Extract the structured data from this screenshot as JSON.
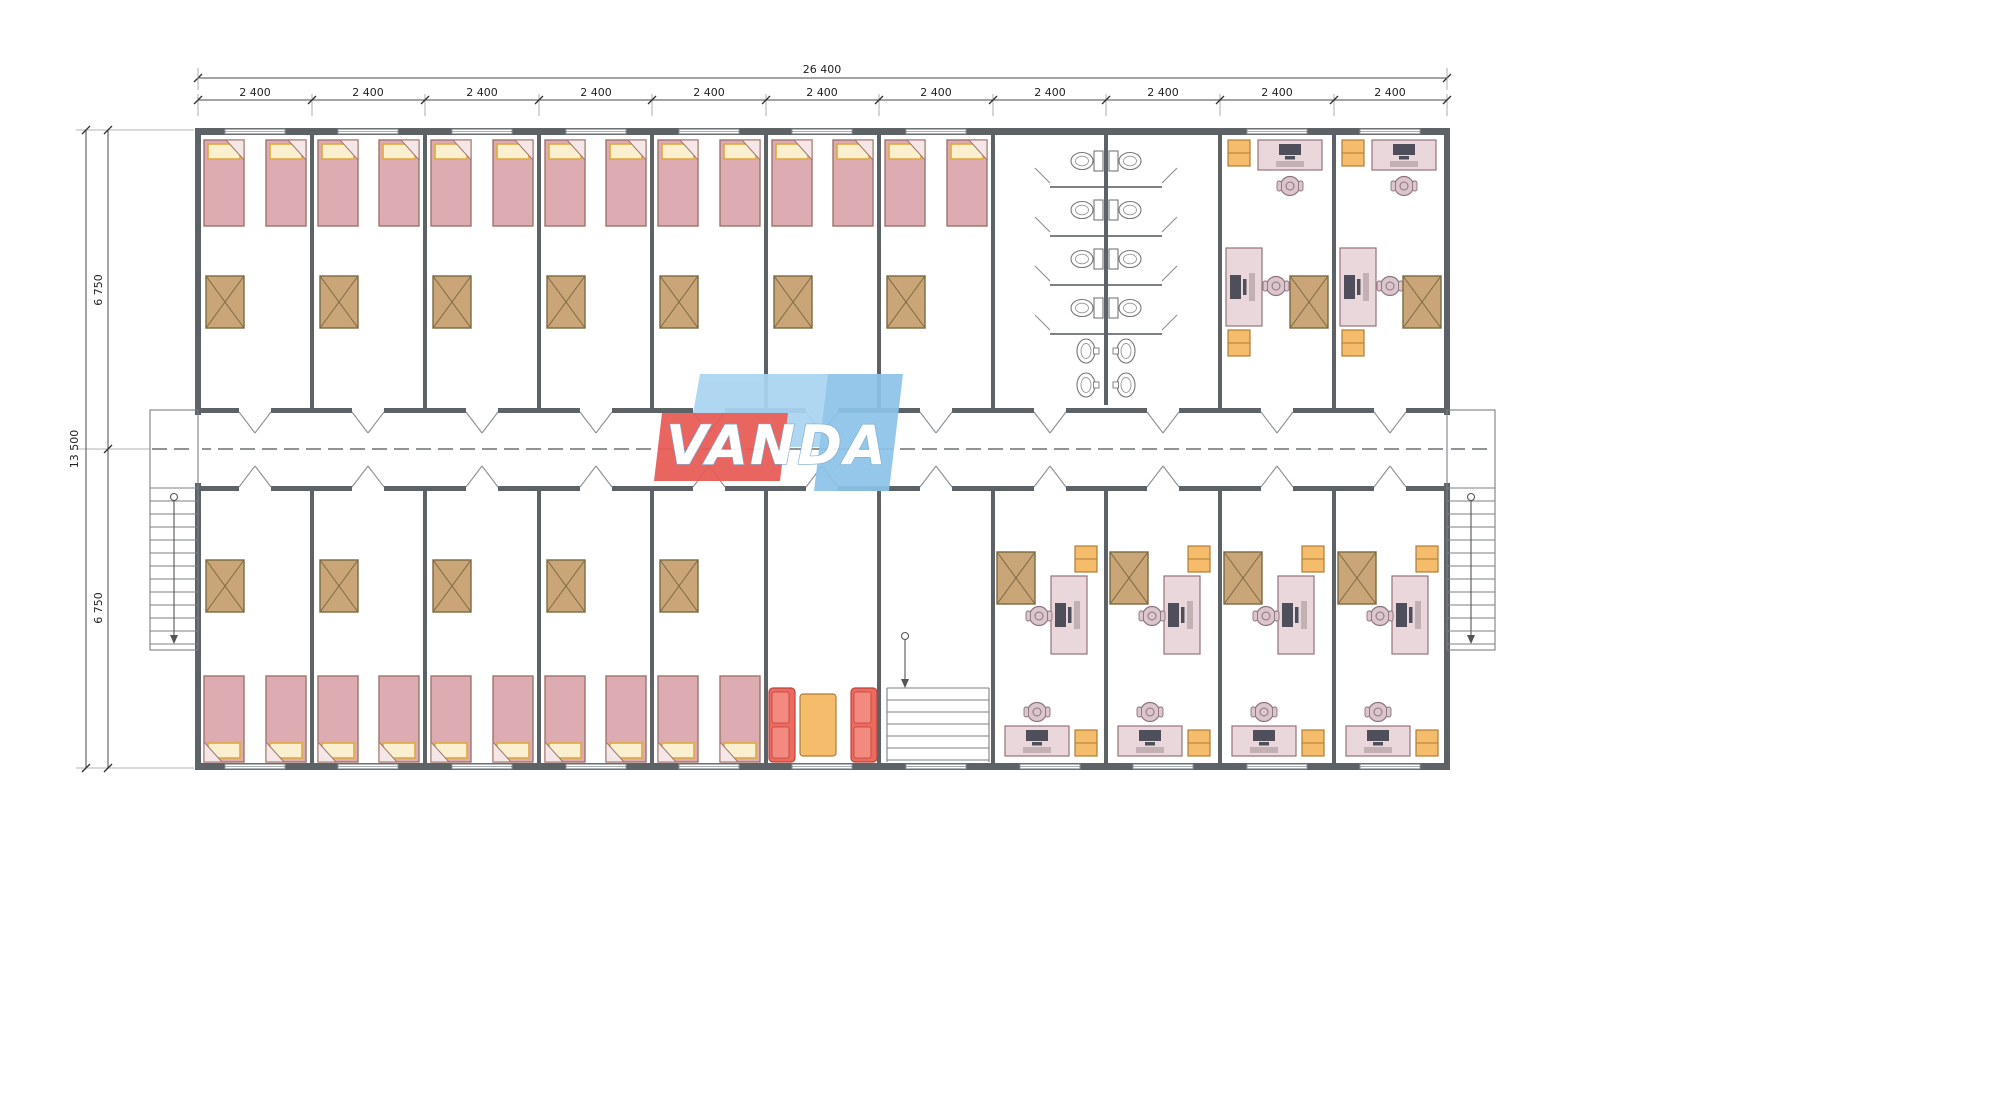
{
  "drawing": {
    "type": "floor-plan",
    "logo_text": "VANDA"
  },
  "dimensions": {
    "overall_width": "26 400",
    "overall_height": "13 500",
    "upper_depth": "6 750",
    "lower_depth": "6 750",
    "bay_labels": [
      "2 400",
      "2 400",
      "2 400",
      "2 400",
      "2 400",
      "2 400",
      "2 400",
      "2 400",
      "2 400",
      "2 400",
      "2 400"
    ]
  },
  "colors": {
    "walls": "#5d6266",
    "bed_fill": "#dcacb2",
    "pillow_fill": "#faf0cf",
    "wardrobe_fill": "#c9a577",
    "desk_fill": "#ead7dc",
    "cabinet_fill": "#f5bc6b",
    "sofa_fill": "#ee6a5f",
    "table_fill": "#f5bc6b",
    "fixture_fill": "#ffffff",
    "logo_blue_light": "#a9d5f2",
    "logo_blue_dark": "#8cc3e8",
    "logo_red": "#e85a55"
  },
  "legend_icons": {
    "bed": "bed-icon",
    "wardrobe": "wardrobe-icon",
    "office_desk": "desk-icon",
    "office_chair": "office-chair-icon",
    "cabinet": "cabinet-icon",
    "sofa": "sofa-icon",
    "coffee_table": "coffee-table-icon",
    "toilet": "toilet-icon",
    "sink": "sink-icon",
    "stairs": "stairs-icon"
  }
}
